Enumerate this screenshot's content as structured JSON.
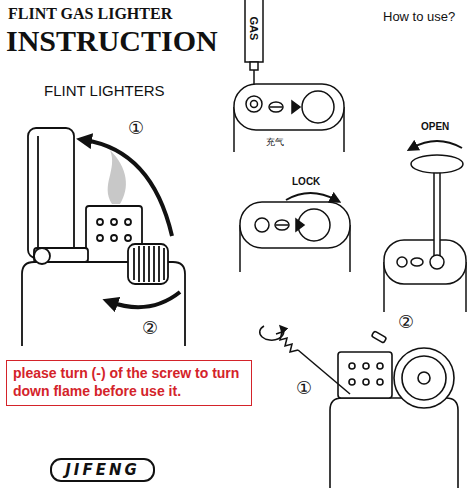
{
  "diagram": {
    "title": "INSTRUCTION",
    "nodes": [
      {
        "text": [
          "please turn (-) of the screw to turn down flame before use it."
        ]
      },
      {
        "text": [
          "JIFENG"
        ]
      }
    ],
    "labels": [
      "FLINT GAS LIGHTER",
      "How to use?",
      "FLINT LIGHTERS",
      "GAS",
      "充气",
      "OPEN",
      "LOCK",
      "①",
      "②",
      "①",
      "②"
    ]
  }
}
